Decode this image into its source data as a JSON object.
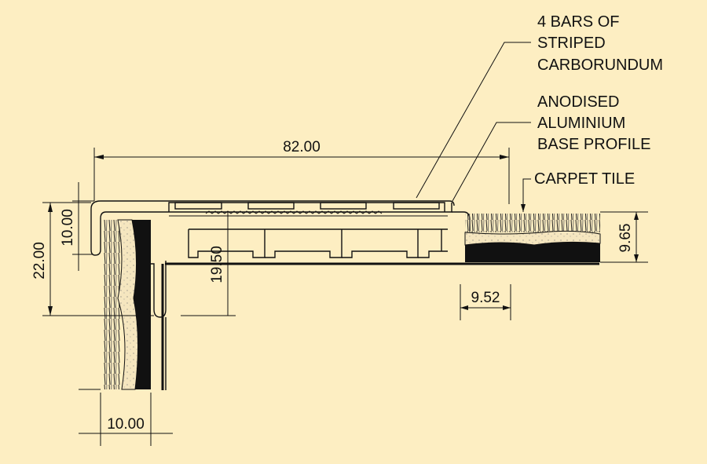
{
  "labels": {
    "carborundum": [
      "4 BARS OF",
      "STRIPED",
      "CARBORUNDUM"
    ],
    "base_profile": [
      "ANODISED",
      "ALUMINIUM",
      "BASE PROFILE"
    ],
    "carpet_tile": "CARPET TILE"
  },
  "dimensions": {
    "overall_width": "82.00",
    "nosing_height": "10.00",
    "total_drop": "22.00",
    "profile_height": "19.50",
    "carpet_thickness": "9.65",
    "recess_width": "9.52",
    "riser_width": "10.00"
  },
  "colors": {
    "background": "#fdeec2",
    "line": "#111111",
    "underlay": "#f5e6bf",
    "backing": "#111111"
  }
}
